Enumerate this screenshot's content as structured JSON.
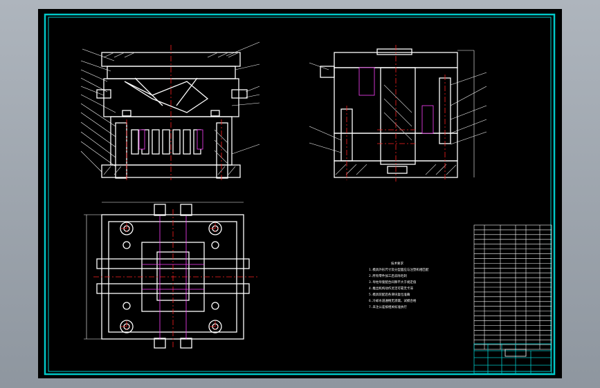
{
  "drawing": {
    "background": "#000000",
    "border_color": "#00c8c8",
    "line_color": "#ffffff",
    "center_color": "#ff2020",
    "hidden_color": "#ff40ff",
    "leader_color": "#ffffff"
  },
  "views": {
    "front_section": "front-section-view",
    "side_section": "side-section-view",
    "plan": "plan-view"
  },
  "notes": {
    "lines": [
      "技术要求",
      "1.模具外形尺寸及分型面应与注塑机相匹配",
      "2.所有零件加工后去除毛刺",
      "3.导柱导套配合间隙不大于规定值",
      "4.推出机构动作灵活可靠无卡滞",
      "5.模具装配后各滑块复位准确",
      "6.冷却水道通畅无渗漏，试模合格",
      "7.未注公差按相关标准执行"
    ]
  },
  "parts_list": {
    "rows": 26
  },
  "title_block": {
    "name": "",
    "code": ""
  }
}
